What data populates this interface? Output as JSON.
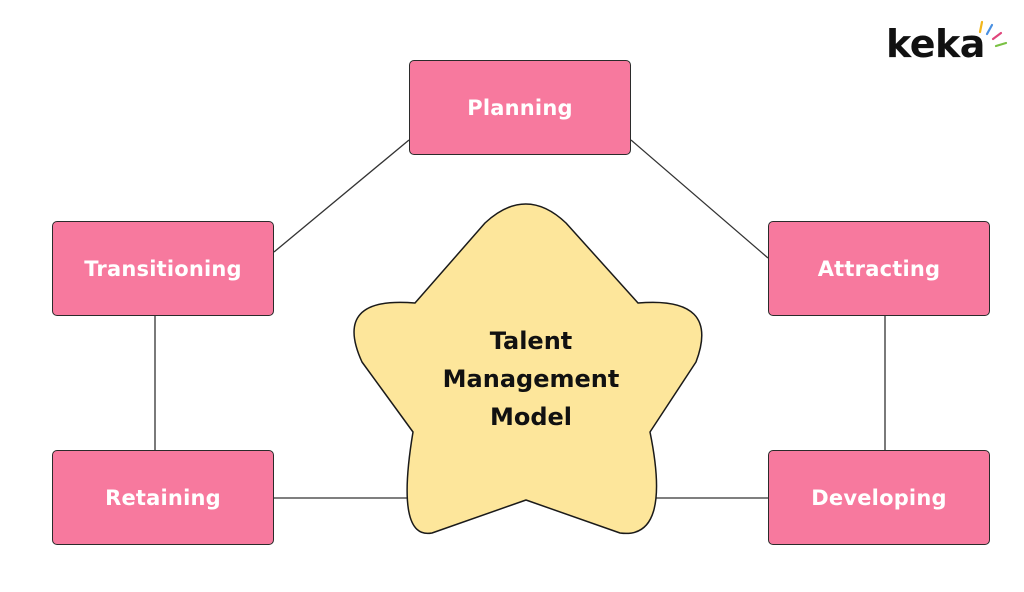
{
  "brand": {
    "logo_text": "keka",
    "accent_colors": [
      "#f2b61b",
      "#4a90e2",
      "#e0457b",
      "#7ac143"
    ]
  },
  "diagram": {
    "center_label_lines": [
      "Talent",
      "Management",
      "Model"
    ],
    "center_fill": "#fde69b",
    "node_fill": "#f7799e",
    "nodes": [
      {
        "id": "planning",
        "label": "Planning"
      },
      {
        "id": "attracting",
        "label": "Attracting"
      },
      {
        "id": "developing",
        "label": "Developing"
      },
      {
        "id": "retaining",
        "label": "Retaining"
      },
      {
        "id": "transitioning",
        "label": "Transitioning"
      }
    ]
  }
}
